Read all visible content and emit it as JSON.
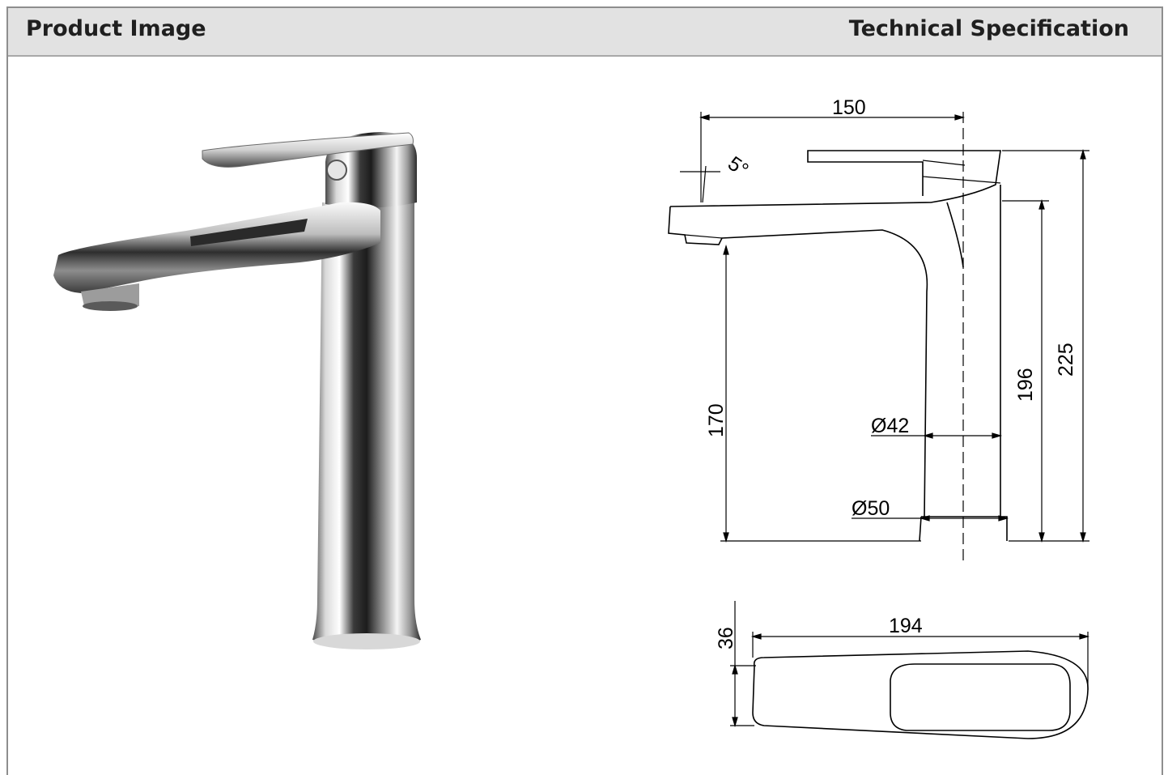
{
  "header": {
    "left_title": "Product Image",
    "right_title": "Technical Specification"
  },
  "drawing": {
    "dimensions": {
      "spout_reach": "150",
      "angle": "5°",
      "total_height": "225",
      "spout_height": "196",
      "outlet_height": "170",
      "body_diameter": "Ø42",
      "base_diameter": "Ø50",
      "top_length": "194",
      "top_width": "36"
    }
  }
}
